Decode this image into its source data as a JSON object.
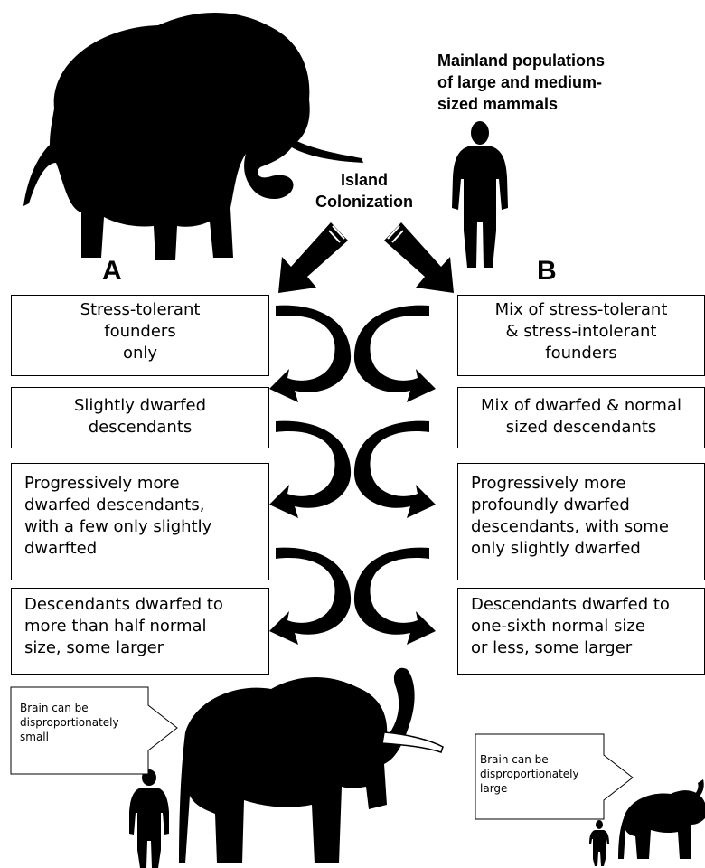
{
  "header": {
    "mainland_label": "Mainland populations\nof large and medium-\nsized mammals",
    "colonization_label": "Island\nColonization"
  },
  "column_a": {
    "letter": "A",
    "boxes": [
      "Stress-tolerant\nfounders\nonly",
      "Slightly dwarfed\ndescendants",
      "Progressively more\ndwarfed descendants,\nwith a few only slightly\ndwarfted",
      "Descendants dwarfed to\nmore than half normal\nsize, some larger"
    ],
    "brain_note": "Brain can be\ndisproportionately\nsmall"
  },
  "column_b": {
    "letter": "B",
    "boxes": [
      "Mix of stress-tolerant\n& stress-intolerant\nfounders",
      "Mix of dwarfed & normal\nsized descendants",
      "Progressively more\nprofoundly  dwarfed\ndescendants, with some\nonly slightly dwarfed",
      "Descendants dwarfed to\none-sixth normal size\nor less, some larger"
    ],
    "brain_note": "Brain can be\ndisproportionately\nlarge"
  },
  "colors": {
    "ink": "#000000",
    "background": "#ffffff"
  },
  "icons": [
    "elephant-icon",
    "human-silhouette-icon",
    "curved-arrow-icon",
    "down-arrow-icon"
  ]
}
